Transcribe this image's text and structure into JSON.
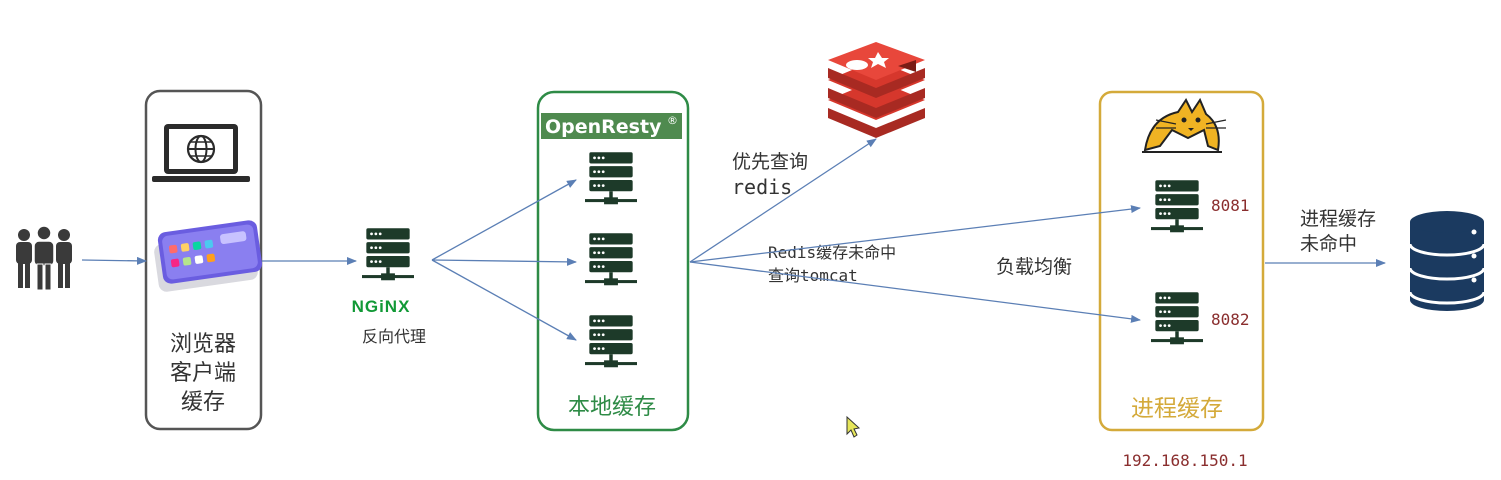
{
  "colors": {
    "arrow": "#5b7fb5",
    "server": "#1d3a29",
    "browser_border": "#555555",
    "openresty_border": "#2e8b46",
    "openresty_badge": "#4f8a4f",
    "tomcat_border": "#d4aa3a",
    "port_text": "#8a2e2e",
    "redis_red": "#d6372c",
    "db_blue": "#1b3a60",
    "nginx_green": "#119936"
  },
  "browser": {
    "line1": "浏览器",
    "line2": "客户端",
    "line3": "缓存"
  },
  "nginx": {
    "logo_text": "NGiNX",
    "caption": "反向代理"
  },
  "openresty": {
    "badge": "OpenResty",
    "mark": "®",
    "caption": "本地缓存"
  },
  "redis_query": {
    "line1": "优先查询",
    "line2": "redis"
  },
  "miss": {
    "line1": "Redis缓存未命中",
    "line2": "查询tomcat"
  },
  "load_balance": "负载均衡",
  "tomcat": {
    "port1": "8081",
    "port2": "8082",
    "caption": "进程缓存",
    "ip": "192.168.150.1"
  },
  "process_miss": {
    "line1": "进程缓存",
    "line2": "未命中"
  },
  "icons": [
    "users-icon",
    "laptop-globe-icon",
    "phone-icon",
    "server-icon",
    "redis-icon",
    "tomcat-cat-icon",
    "database-icon",
    "cursor-icon"
  ]
}
